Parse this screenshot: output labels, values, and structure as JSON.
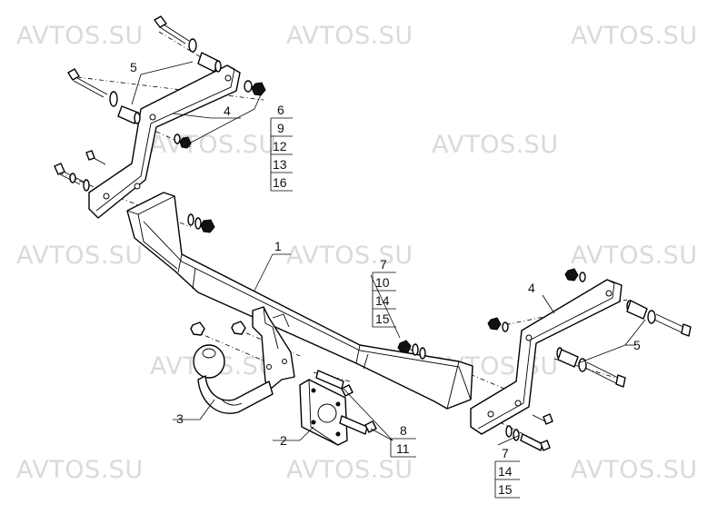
{
  "watermark": "AVTOS.SU",
  "callouts": {
    "c1": "1",
    "c2": "2",
    "c3": "3",
    "c4_top": "4",
    "c4_right": "4",
    "c5_top": "5",
    "c5_right": "5",
    "stack_top": [
      "6",
      "9",
      "12",
      "13",
      "16"
    ],
    "stack_mid": [
      "7",
      "10",
      "14",
      "15"
    ],
    "stack_bottom": [
      "7",
      "14",
      "15"
    ],
    "stack_socket": [
      "8",
      "11"
    ]
  }
}
